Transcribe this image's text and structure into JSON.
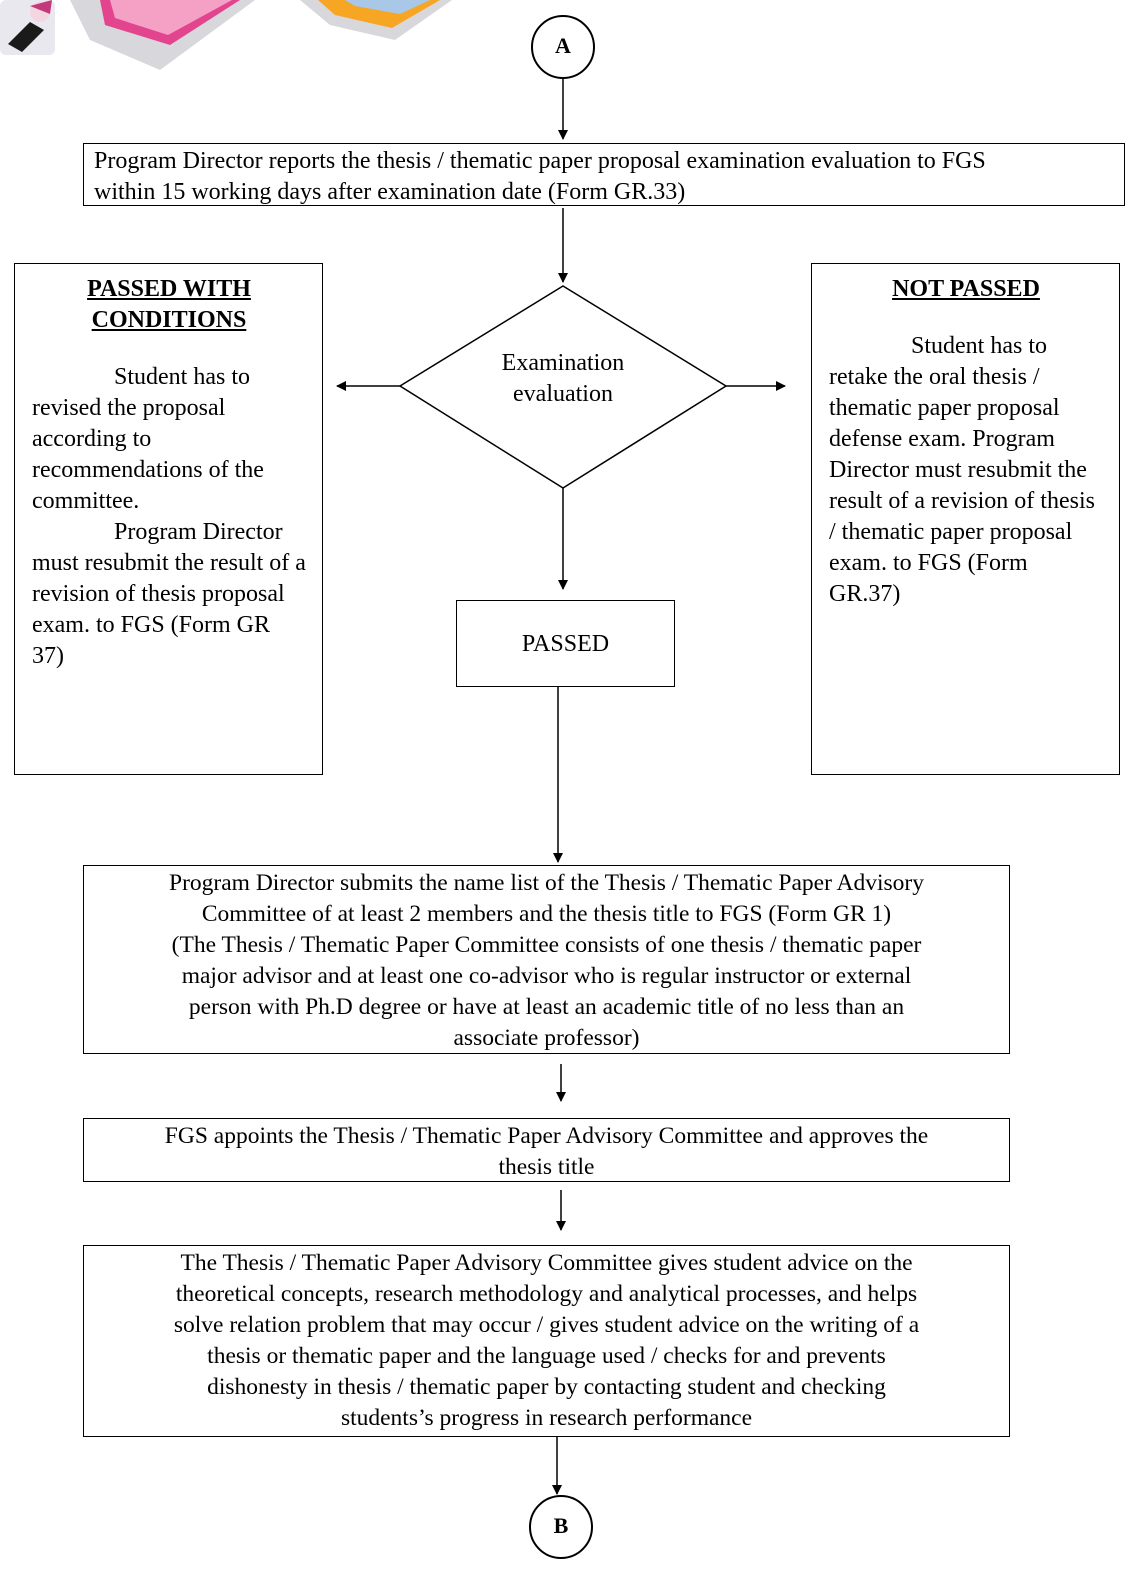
{
  "connector_top": "A",
  "connector_bottom": "B",
  "step_report": {
    "line1": "Program Director reports the thesis / thematic paper proposal examination evaluation to FGS",
    "line2": "within 15 working days after examination date (Form GR.33)"
  },
  "decision": {
    "line1": "Examination",
    "line2": "evaluation"
  },
  "passed_with_conditions": {
    "title_line1": "PASSED WITH",
    "title_line2": "CONDITIONS",
    "para1": "Student has to revised the proposal according to recommendations of the committee.",
    "para2": "Program Director must resubmit the result of a revision of thesis proposal exam. to FGS (Form GR 37)"
  },
  "not_passed": {
    "title": "NOT PASSED",
    "para1": "Student has to retake the oral thesis / thematic paper proposal defense exam. Program Director must resubmit the result of a revision of thesis / thematic paper proposal exam. to FGS (Form GR.37)"
  },
  "passed": "PASSED",
  "step_committee": {
    "line1": "Program Director submits the name list of the Thesis / Thematic Paper Advisory",
    "line2": "Committee of at least 2 members and the thesis title to FGS (Form GR 1)",
    "line3": "(The Thesis / Thematic Paper Committee consists of one thesis / thematic paper",
    "line4": "major advisor and at least one co-advisor who is regular instructor or external",
    "line5": "person with Ph.D degree or have at least an academic title of no less than an",
    "line6": "associate professor)"
  },
  "step_appoint": {
    "line1": "FGS appoints the Thesis / Thematic Paper Advisory Committee and approves the",
    "line2": "thesis title"
  },
  "step_advice": {
    "line1": "The Thesis / Thematic Paper Advisory Committee gives student advice on the",
    "line2": "theoretical concepts, research methodology and analytical processes, and helps",
    "line3": "solve relation problem that may occur / gives student advice on the writing of a",
    "line4": "thesis or thematic paper and the language used / checks for and prevents",
    "line5": "dishonesty in thesis / thematic paper by contacting student and checking",
    "line6": "students’s progress in research performance"
  }
}
